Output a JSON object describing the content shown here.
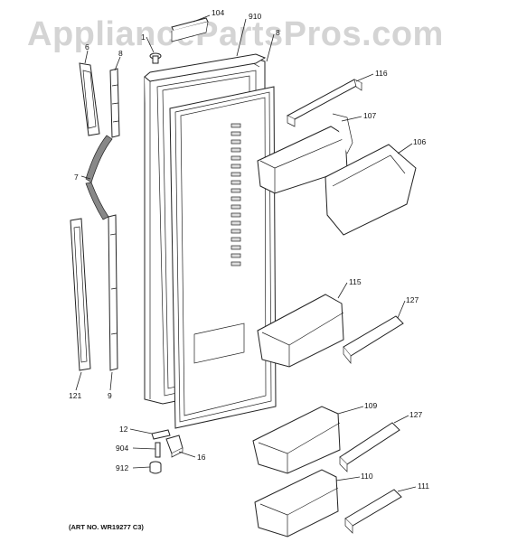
{
  "watermark": "AppliancePartsPros.com",
  "art_number": "(ART NO. WR19277 C3)",
  "callouts": {
    "c104": "104",
    "c910": "910",
    "c1": "1",
    "c8a": "8",
    "c6": "6",
    "c8b": "8",
    "c116": "116",
    "c107": "107",
    "c106": "106",
    "c7": "7",
    "c115": "115",
    "c127a": "127",
    "c121": "121",
    "c9": "9",
    "c109": "109",
    "c127b": "127",
    "c12": "12",
    "c904": "904",
    "c16": "16",
    "c912": "912",
    "c110": "110",
    "c111": "111"
  }
}
